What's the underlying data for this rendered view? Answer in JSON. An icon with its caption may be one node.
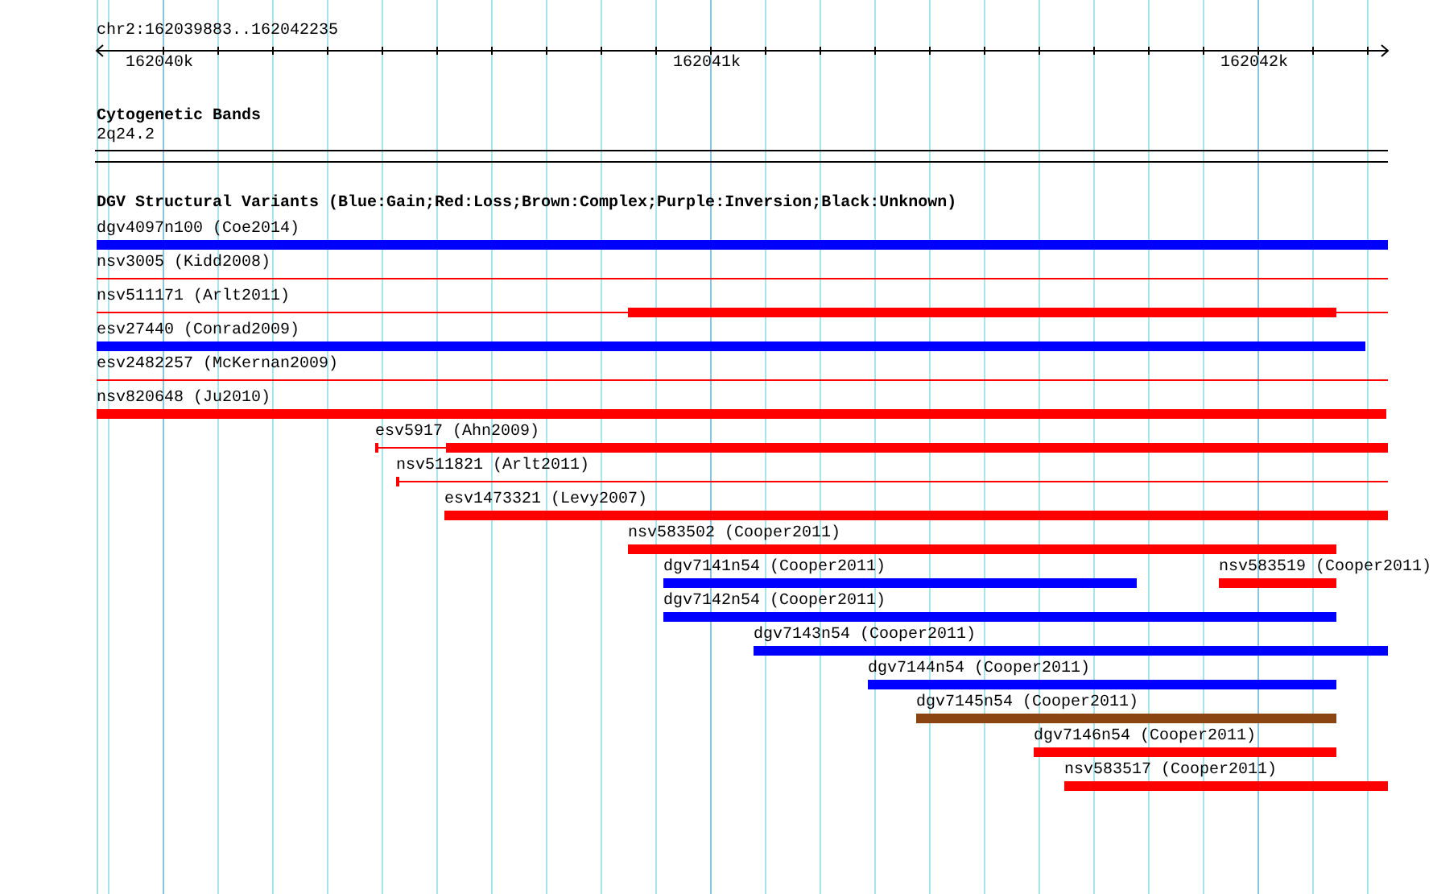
{
  "diagram": {
    "nodes": [
      {
        "text": [
          "dgv4097n100 (Coe2014)"
        ]
      },
      {
        "text": [
          "nsv3005 (Kidd2008)"
        ]
      },
      {
        "text": [
          "nsv511171 (Arlt2011)"
        ]
      },
      {
        "text": [
          "esv27440 (Conrad2009)"
        ]
      },
      {
        "text": [
          "esv2482257 (McKernan2009)"
        ]
      },
      {
        "text": [
          "nsv820648 (Ju2010)"
        ]
      },
      {
        "text": [
          "esv5917 (Ahn2009)"
        ]
      },
      {
        "text": [
          "nsv511821 (Arlt2011)"
        ]
      },
      {
        "text": [
          "esv1473321 (Levy2007)"
        ]
      },
      {
        "text": [
          "nsv583502 (Cooper2011)"
        ]
      },
      {
        "text": [
          "dgv7141n54 (Cooper2011)"
        ]
      },
      {
        "text": [
          "nsv583519 (Cooper2011)"
        ]
      },
      {
        "text": [
          "dgv7142n54 (Cooper2011)"
        ]
      },
      {
        "text": [
          "dgv7143n54 (Cooper2011)"
        ]
      },
      {
        "text": [
          "dgv7144n54 (Cooper2011)"
        ]
      },
      {
        "text": [
          "dgv7145n54 (Cooper2011)"
        ]
      },
      {
        "text": [
          "dgv7146n54 (Cooper2011)"
        ]
      },
      {
        "text": [
          "nsv583517 (Cooper2011)"
        ]
      }
    ],
    "labels": [
      "chr2:162039883..162042235",
      "162040k",
      "162041k",
      "162042k",
      "Cytogenetic Bands",
      "2q24.2",
      "DGV Structural Variants (Blue:Gain;Red:Loss;Brown:Complex;Purple:Inversion;Black:Unknown)"
    ]
  }
}
